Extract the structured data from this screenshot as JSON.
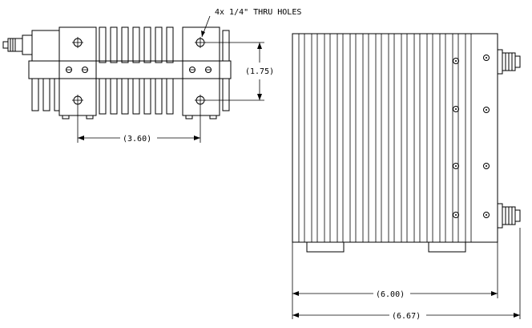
{
  "drawing": {
    "callout_holes": "4x 1/4\" THRU HOLES",
    "dim_vertical": "(1.75)",
    "dim_horizontal_side": "(3.60)",
    "dim_width_body": "(6.00)",
    "dim_width_overall": "(6.67)"
  }
}
